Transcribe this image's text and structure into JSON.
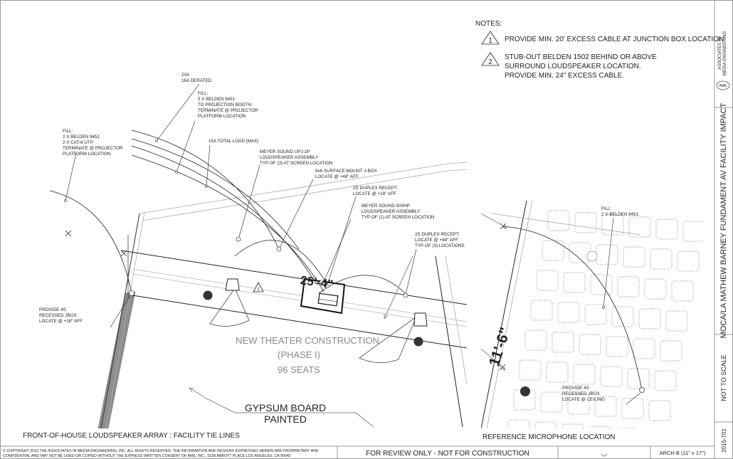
{
  "notes": {
    "heading": "NOTES:",
    "items": [
      {
        "num": "1",
        "lines": [
          "PROVIDE MIN. 20' EXCESS CABLE AT JUNCTION BOX LOCATION"
        ]
      },
      {
        "num": "2",
        "lines": [
          "STUB-OUT BELDEN 1502 BEHIND OR ABOVE",
          "SURROUND LOUDSPEAKER LOCATION.",
          "PROVIDE MIN. 24\" EXCESS CABLE."
        ]
      }
    ]
  },
  "main_plan": {
    "caption": "FRONT-OF-HOUSE LOUDSPEAKER ARRAY : FACILITY TIE LINES",
    "dimension": "25'-4\"",
    "room_label": [
      "NEW THEATER CONSTRUCTION",
      "(PHASE I)",
      "96 SEATS"
    ],
    "wall_label": [
      "GYPSUM  BOARD",
      "PAINTED"
    ],
    "note_tag": "1",
    "annotations": {
      "circuit": [
        "20A",
        "16A DERATED"
      ],
      "fill_projection_booth": [
        "FILL:",
        "5 X BELDEN 9451",
        "TO PROJECTION BOOTH.",
        "TERMINATE @ PROJECTOR",
        "PLATFORM LOCATION"
      ],
      "fill_projector": [
        "FILL:",
        "2 X BELDEN 9451",
        "2 X CAT-6 UTP",
        "TERMINATE @ PROJECTOR",
        "PLATFORM LOCATION"
      ],
      "total_load": [
        "15A TOTAL LOAD (MAX)"
      ],
      "upj_speaker": [
        "MEYER SOUND UPJ-1P",
        "LOUDSPEAKER ASSEMBLY",
        "TYP OF (3) AT SCREEN LOCATION"
      ],
      "jbox": [
        "6x6 SURFACE MOUNT J-BOX",
        "LOCATE @ +48\" AFF"
      ],
      "duplex_18": [
        "2S DUPLEX RECEPT.",
        "LOCATE @ +18\" AFF"
      ],
      "sub_speaker": [
        "MEYER SOUND 500HP",
        "LOUDSPEAKER ASSEMBLY",
        "TYP OF (1) AT SCREEN LOCATION"
      ],
      "duplex_48": [
        "2S DUPLEX RECEPT.",
        "LOCATE @ +48\" AFF",
        "TYP OF (3) LOCATIONS"
      ],
      "recessed_jbox": [
        "PROVIDE 4S",
        "RECESSED JBOX",
        "LOCATE @ +18\" AFF"
      ]
    }
  },
  "ref_plan": {
    "caption": "REFERENCE MICROPHONE LOCATION",
    "dimension": "11'-6\"",
    "fill": [
      "FILL:",
      "2 X BELDEN 8451"
    ],
    "jbox": [
      "PROVIDE 4S",
      "RECESSED JBOX",
      "LOCATE @ CEILING"
    ]
  },
  "footer": {
    "copyright": [
      "© COPYRIGHT 2015 THE ASSOCIATES IN MEDIA ENGINEERING, INC. ALL RIGHTS RESERVED. THE INFORMATION AND DESIGNS EXPRESSED HEREIN ARE PROPRIETARY AND",
      "CONFIDENTIAL AND MAY NOT BE USED OR COPIED WITHOUT THE EXPRESS WRITTEN CONSENT OF AME, INC., 5328 ABBOTT PLACE LOS ANGELES, CA 90042"
    ],
    "review": "FOR REVIEW ONLY - NOT FOR CONSTRUCTION",
    "sheet_size": "ARCH B (11\" x 17\")"
  },
  "title_block": {
    "company": [
      "ASSOCIATES IN",
      "MEDIA ENGINEERING"
    ],
    "logo": "AME",
    "project": "MOCA/LA  MATHEW BARNEY  FUNDAMENT  AV FACILITY IMPACT",
    "scale": "NOT TO SCALE",
    "number": "2015-701"
  }
}
